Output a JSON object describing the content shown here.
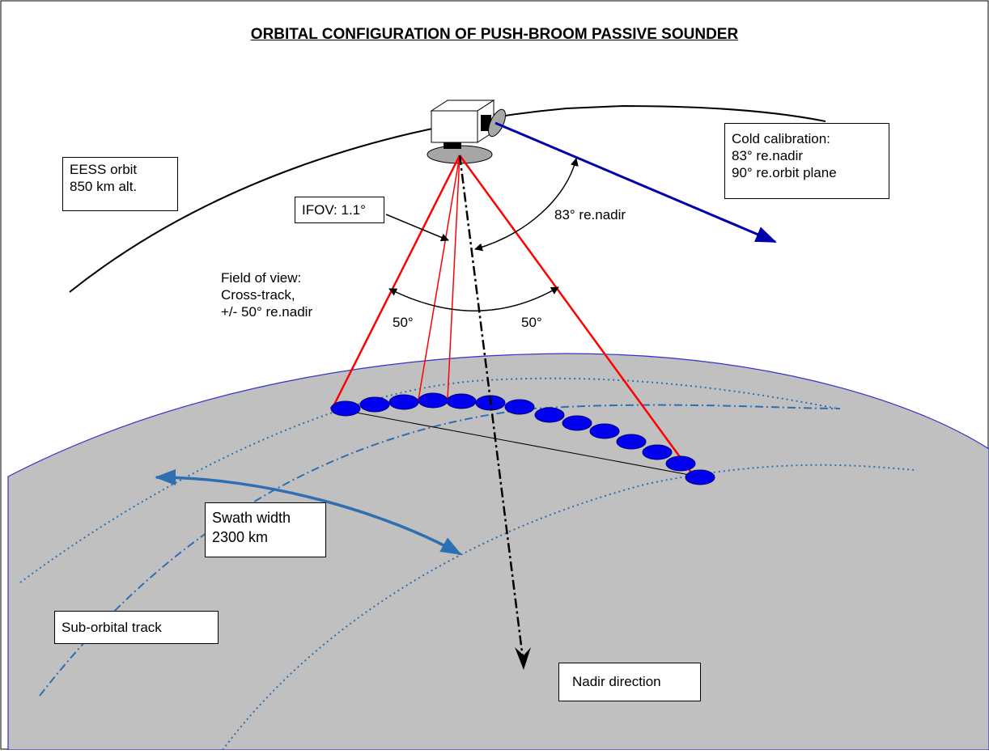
{
  "title": "ORBITAL CONFIGURATION OF PUSH-BROOM PASSIVE SOUNDER",
  "labels": {
    "orbit": [
      "EESS orbit",
      "850 km alt."
    ],
    "cold_calibration": [
      "Cold calibration:",
      "83° re.nadir",
      "90° re.orbit plane"
    ],
    "ifov": "IFOV: 1.1°",
    "angle_83": "83° re.nadir",
    "field_of_view": [
      "Field of view:",
      "Cross-track,",
      "+/- 50° re.nadir"
    ],
    "angle_left": "50°",
    "angle_right": "50°",
    "swath": [
      "Swath width",
      "2300 km"
    ],
    "sub_orbital": "Sub-orbital track",
    "nadir": "Nadir direction"
  },
  "colors": {
    "earth_fill": "#c0c0c0",
    "earth_edge": "#3333cc",
    "beam": "#ff0000",
    "cal_arrow": "#0000aa",
    "footprint": "#0000ee",
    "swath_arrow": "#2e6fb2",
    "track": "#2e6fb2"
  }
}
